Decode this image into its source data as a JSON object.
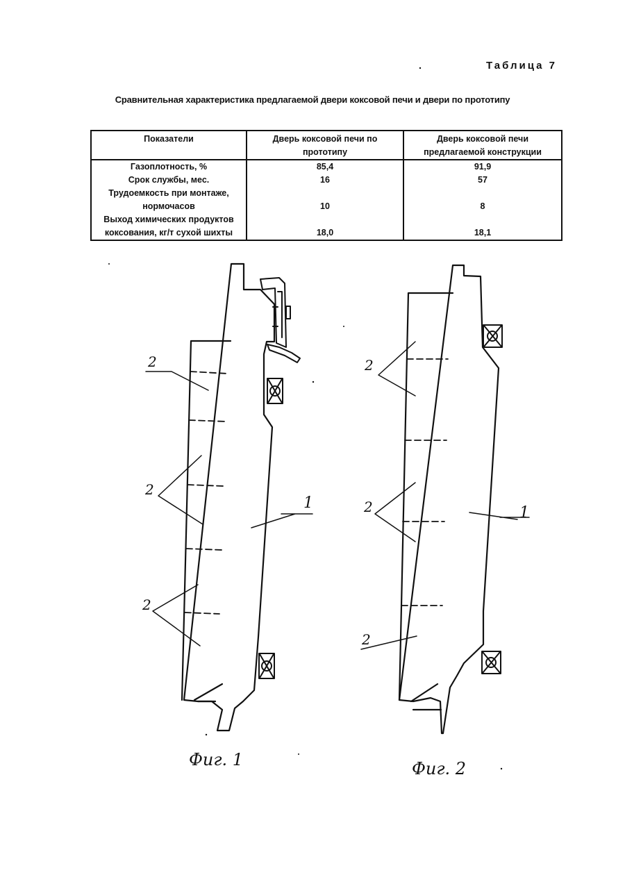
{
  "table_label": "Таблица 7",
  "table_caption": "Сравнительная характеристика предлагаемой двери коксовой печи и двери по прототипу",
  "table": {
    "headers": [
      "Показатели",
      "Дверь коксовой печи по прототипу",
      "Дверь коксовой печи предлагаемой конструкции"
    ],
    "rows": [
      [
        "Газоплотность, %",
        "85,4",
        "91,9"
      ],
      [
        "Срок службы, мес.",
        "16",
        "57"
      ],
      [
        "Трудоемкость при монтаже, нормочасов",
        "10",
        "8"
      ],
      [
        "Выход химических продуктов коксования, кг/т сухой шихты",
        "18,0",
        "18,1"
      ]
    ]
  },
  "figures": {
    "fig1": {
      "caption": "Фиг. 1",
      "labels": [
        "2",
        "2",
        "1",
        "2"
      ]
    },
    "fig2": {
      "caption": "Фиг. 2",
      "labels": [
        "2",
        "2",
        "1",
        "2"
      ]
    }
  }
}
